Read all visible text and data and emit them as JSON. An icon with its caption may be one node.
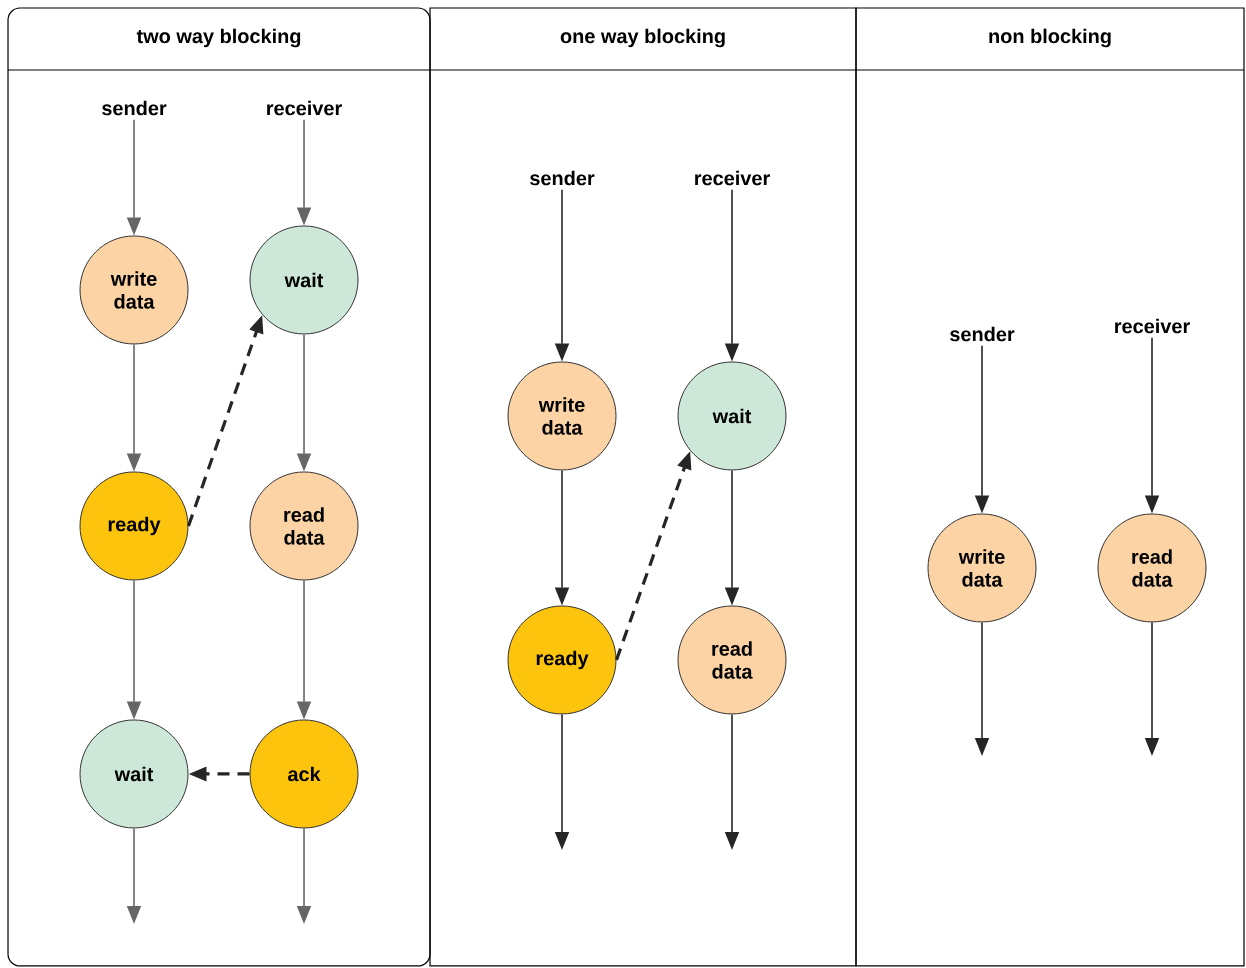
{
  "diagram": {
    "nodes": [
      {
        "text": [
          "two way blocking"
        ]
      },
      {
        "text": [
          "sender"
        ],
        "in": 0
      },
      {
        "text": [
          "receiver"
        ],
        "in": 0
      },
      {
        "text": [
          "write data"
        ],
        "in": 0
      },
      {
        "text": [
          "wait"
        ],
        "in": 0
      },
      {
        "text": [
          "ready"
        ],
        "in": 0
      },
      {
        "text": [
          "read data"
        ],
        "in": 0
      },
      {
        "text": [
          "wait"
        ],
        "in": 0
      },
      {
        "text": [
          "ack"
        ],
        "in": 0
      },
      {
        "text": [
          "one way blocking"
        ]
      },
      {
        "text": [
          "sender"
        ],
        "in": 9
      },
      {
        "text": [
          "receiver"
        ],
        "in": 9
      },
      {
        "text": [
          "write data"
        ],
        "in": 9
      },
      {
        "text": [
          "wait"
        ],
        "in": 9
      },
      {
        "text": [
          "ready"
        ],
        "in": 9
      },
      {
        "text": [
          "read data"
        ],
        "in": 9
      },
      {
        "text": [
          "non blocking"
        ]
      },
      {
        "text": [
          "sender"
        ],
        "in": 16
      },
      {
        "text": [
          "receiver"
        ],
        "in": 16
      },
      {
        "text": [
          "write data"
        ],
        "in": 16
      },
      {
        "text": [
          "read data"
        ],
        "in": 16
      }
    ],
    "edges": [
      {
        "from": 1,
        "to": 3,
        "arrow": "to",
        "color": "#666666"
      },
      {
        "from": 3,
        "to": 5,
        "arrow": "to",
        "color": "#666666"
      },
      {
        "from": 5,
        "to": 7,
        "arrow": "to",
        "color": "#666666"
      },
      {
        "from": 7,
        "to": null,
        "arrow": "to",
        "color": "#666666"
      },
      {
        "from": 2,
        "to": 4,
        "arrow": "to",
        "color": "#666666"
      },
      {
        "from": 4,
        "to": 6,
        "arrow": "to",
        "color": "#666666"
      },
      {
        "from": 6,
        "to": 8,
        "arrow": "to",
        "color": "#666666"
      },
      {
        "from": 8,
        "to": null,
        "arrow": "to",
        "color": "#666666"
      },
      {
        "from": 5,
        "to": 4,
        "arrow": "to",
        "style": "dashed"
      },
      {
        "from": 8,
        "to": 7,
        "arrow": "to",
        "style": "dashed"
      },
      {
        "from": 10,
        "to": 12,
        "arrow": "to"
      },
      {
        "from": 12,
        "to": 14,
        "arrow": "to"
      },
      {
        "from": 14,
        "to": null,
        "arrow": "to"
      },
      {
        "from": 11,
        "to": 13,
        "arrow": "to"
      },
      {
        "from": 13,
        "to": 15,
        "arrow": "to"
      },
      {
        "from": 15,
        "to": null,
        "arrow": "to"
      },
      {
        "from": 14,
        "to": 13,
        "arrow": "to",
        "style": "dashed"
      },
      {
        "from": 17,
        "to": 19,
        "arrow": "to"
      },
      {
        "from": 19,
        "to": null,
        "arrow": "to"
      },
      {
        "from": 18,
        "to": 20,
        "arrow": "to"
      },
      {
        "from": 20,
        "to": null,
        "arrow": "to"
      }
    ]
  }
}
